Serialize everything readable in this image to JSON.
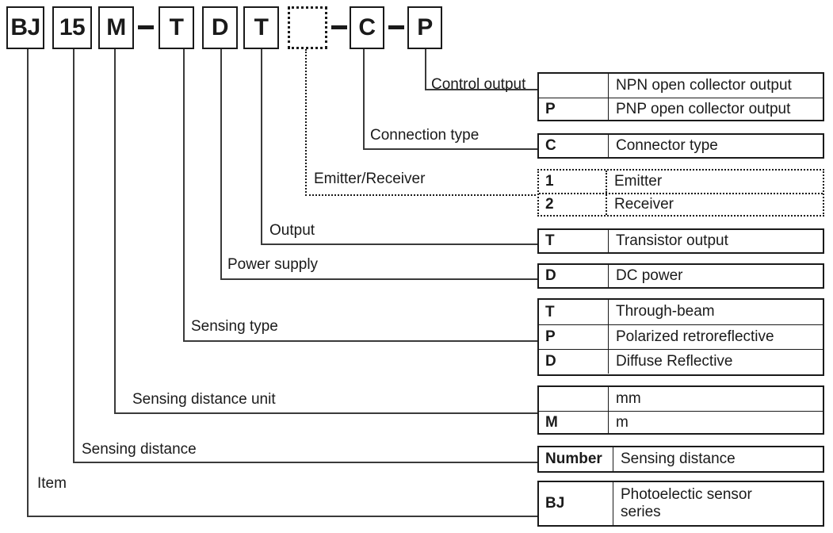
{
  "model_code": {
    "segments": [
      {
        "text": "BJ",
        "dotted": false
      },
      {
        "text": "15",
        "dotted": false
      },
      {
        "text": "M",
        "dotted": false
      },
      {
        "text": "T",
        "dotted": false
      },
      {
        "text": "D",
        "dotted": false
      },
      {
        "text": "T",
        "dotted": false
      },
      {
        "text": "",
        "dotted": true
      },
      {
        "text": "C",
        "dotted": false
      },
      {
        "text": "P",
        "dotted": false
      }
    ],
    "separator": "–"
  },
  "leaders": [
    {
      "label": "Control output"
    },
    {
      "label": "Connection type"
    },
    {
      "label": "Emitter/Receiver"
    },
    {
      "label": "Output"
    },
    {
      "label": "Power supply"
    },
    {
      "label": "Sensing type"
    },
    {
      "label": "Sensing distance unit"
    },
    {
      "label": "Sensing distance"
    },
    {
      "label": "Item"
    }
  ],
  "groups": [
    {
      "name": "control-output",
      "dotted": false,
      "rows": [
        {
          "code": "",
          "desc": "NPN open collector output"
        },
        {
          "code": "P",
          "desc": "PNP open collector output"
        }
      ]
    },
    {
      "name": "connection-type",
      "dotted": false,
      "rows": [
        {
          "code": "C",
          "desc": "Connector type"
        }
      ]
    },
    {
      "name": "emitter-receiver",
      "dotted": true,
      "rows": [
        {
          "code": "1",
          "desc": "Emitter"
        },
        {
          "code": "2",
          "desc": "Receiver"
        }
      ]
    },
    {
      "name": "output",
      "dotted": false,
      "rows": [
        {
          "code": "T",
          "desc": "Transistor output"
        }
      ]
    },
    {
      "name": "power-supply",
      "dotted": false,
      "rows": [
        {
          "code": "D",
          "desc": "DC power"
        }
      ]
    },
    {
      "name": "sensing-type",
      "dotted": false,
      "rows": [
        {
          "code": "T",
          "desc": "Through-beam"
        },
        {
          "code": "P",
          "desc": "Polarized retroreflective"
        },
        {
          "code": "D",
          "desc": "Diffuse Reflective"
        }
      ]
    },
    {
      "name": "sensing-distance-unit",
      "dotted": false,
      "rows": [
        {
          "code": "",
          "desc": "mm"
        },
        {
          "code": "M",
          "desc": "m"
        }
      ]
    },
    {
      "name": "sensing-distance",
      "dotted": false,
      "rows": [
        {
          "code": "Number",
          "desc": "Sensing distance"
        }
      ]
    },
    {
      "name": "item",
      "dotted": false,
      "rows": [
        {
          "code": "BJ",
          "desc": "Photoelectic sensor\nseries"
        }
      ]
    }
  ],
  "colors": {
    "line": "#1a1a1a",
    "leader": "#3a3a3a",
    "background": "#ffffff"
  }
}
